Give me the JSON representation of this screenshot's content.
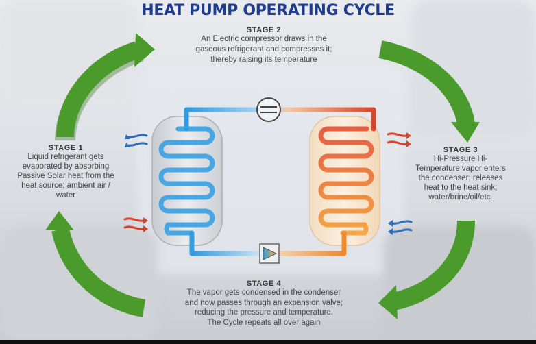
{
  "title": "HEAT PUMP OPERATING CYCLE",
  "stages": {
    "stage1": {
      "title": "STAGE 1",
      "lines": [
        "Liquid refrigerant gets",
        "evaporated by absorbing",
        "Passive Solar heat from the",
        "heat source; ambient air /",
        "water"
      ]
    },
    "stage2": {
      "title": "STAGE 2",
      "lines": [
        "An Electric compressor draws in the",
        "gaseous refrigerant and compresses it;",
        "thereby raising its temperature"
      ]
    },
    "stage3": {
      "title": "STAGE 3",
      "lines": [
        "Hi-Pressure Hi-",
        "Temperature vapor enters",
        "the condenser; releases",
        "heat to the heat sink;",
        "water/brine/oil/etc."
      ]
    },
    "stage4": {
      "title": "STAGE 4",
      "lines": [
        "The vapor gets condensed in the condenser",
        "and now passes through an expansion valve;",
        "reducing the pressure and temperature.",
        "The Cycle repeats all over again"
      ]
    }
  },
  "colors": {
    "title": "#1f3c8c",
    "arrow_green": "#4a9a2c",
    "cold_blue": "#2f9be0",
    "hot_red": "#d8442a",
    "hot_orange": "#f08a2a"
  },
  "icons": {
    "compressor": "compressor-icon",
    "expansion_valve": "expansion-valve-icon",
    "evaporator": "evaporator-coil",
    "condenser": "condenser-coil"
  }
}
